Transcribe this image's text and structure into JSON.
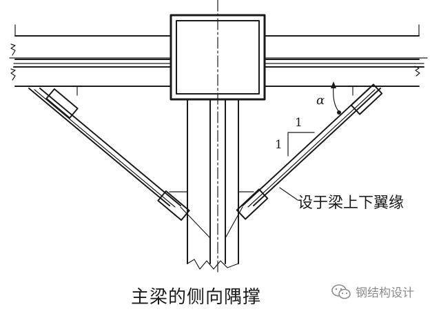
{
  "diagram": {
    "note_label": "设于梁上下翼缘",
    "caption": "主梁的侧向隅撑",
    "angle_symbol": "α",
    "slope_horizontal": "1",
    "slope_vertical": "1"
  },
  "watermark": {
    "text": "钢结构设计",
    "icon": "wechat-icon"
  }
}
